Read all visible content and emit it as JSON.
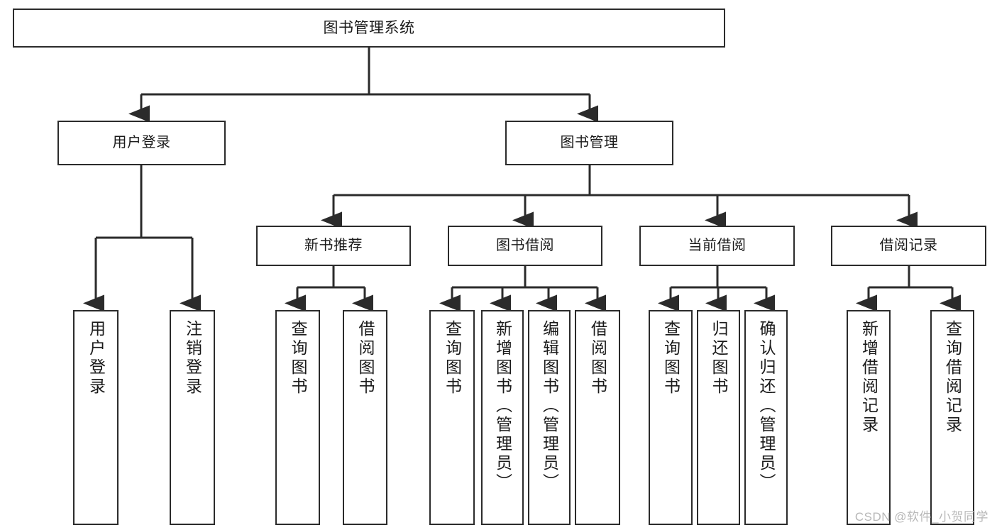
{
  "diagram": {
    "title": "图书管理系统",
    "type": "tree",
    "watermark": "CSDN @软件_小贺同学",
    "colors": {
      "box_border": "#2b2b2b",
      "box_fill": "#ffffff",
      "connector": "#2b2b2b",
      "text": "#1a1a1a",
      "watermark": "#b8b8b8"
    },
    "root": {
      "label": "图书管理系统"
    },
    "level2": [
      {
        "label": "用户登录"
      },
      {
        "label": "图书管理"
      }
    ],
    "level3": [
      {
        "label": "新书推荐"
      },
      {
        "label": "图书借阅"
      },
      {
        "label": "当前借阅"
      },
      {
        "label": "借阅记录"
      }
    ],
    "leaves": {
      "user_login": [
        {
          "label": "用户登录"
        },
        {
          "label": "注销登录"
        }
      ],
      "new_book": [
        {
          "label": "查询图书"
        },
        {
          "label": "借阅图书"
        }
      ],
      "book_borrow": [
        {
          "label": "查询图书"
        },
        {
          "label": "新增图书（管理员）"
        },
        {
          "label": "编辑图书（管理员）"
        },
        {
          "label": "借阅图书"
        }
      ],
      "current_borrow": [
        {
          "label": "查询图书"
        },
        {
          "label": "归还图书"
        },
        {
          "label": "确认归还（管理员）"
        }
      ],
      "borrow_record": [
        {
          "label": "新增借阅记录"
        },
        {
          "label": "查询借阅记录"
        }
      ]
    }
  }
}
